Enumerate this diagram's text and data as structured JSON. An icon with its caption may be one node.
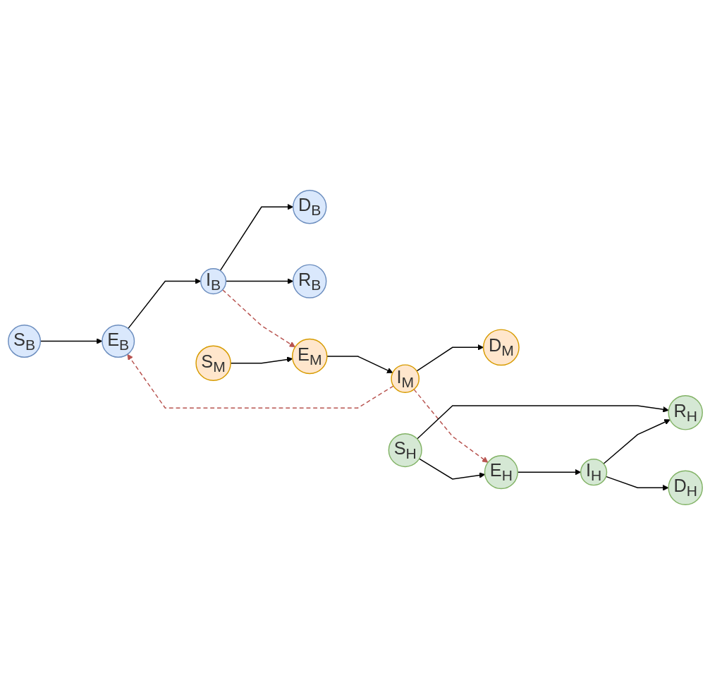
{
  "diagram": {
    "nodes": [
      {
        "text": [
          "S$_{B}$"
        ]
      },
      {
        "text": [
          "E$_{B}$"
        ]
      },
      {
        "text": [
          "I$_{B}$"
        ]
      },
      {
        "text": [
          "D$_{B}$"
        ]
      },
      {
        "text": [
          "R$_{B}$"
        ]
      },
      {
        "text": [
          "S$_{M}$"
        ]
      },
      {
        "text": [
          "E$_{M}$"
        ]
      },
      {
        "text": [
          "I$_{M}$"
        ]
      },
      {
        "text": [
          "D$_{M}$"
        ]
      },
      {
        "text": [
          "S$_{H}$"
        ]
      },
      {
        "text": [
          "R$_{H}$"
        ]
      },
      {
        "text": [
          "E$_{H}$"
        ]
      },
      {
        "text": [
          "I$_{H}$"
        ]
      },
      {
        "text": [
          "D$_{H}$"
        ]
      }
    ],
    "edges": [
      {
        "from": 0,
        "to": 1,
        "arrow": "to"
      },
      {
        "from": 1,
        "to": 2,
        "arrow": "to"
      },
      {
        "from": 2,
        "to": 3,
        "arrow": "to"
      },
      {
        "from": 2,
        "to": 4,
        "arrow": "to"
      },
      {
        "from": 2,
        "to": 6,
        "arrow": "to",
        "style": "dashed",
        "color": "#b85450"
      },
      {
        "from": 7,
        "to": 1,
        "arrow": "to",
        "style": "dashed",
        "color": "#b85450"
      },
      {
        "from": 5,
        "to": 6,
        "arrow": "to"
      },
      {
        "from": 6,
        "to": 7,
        "arrow": "to"
      },
      {
        "from": 7,
        "to": 8,
        "arrow": "to"
      },
      {
        "from": 7,
        "to": 11,
        "arrow": "to",
        "style": "dashed",
        "color": "#b85450"
      },
      {
        "from": 9,
        "to": 10,
        "arrow": "to"
      },
      {
        "from": 9,
        "to": 11,
        "arrow": "to"
      },
      {
        "from": 11,
        "to": 12,
        "arrow": "to"
      },
      {
        "from": 12,
        "to": 10,
        "arrow": "to"
      },
      {
        "from": 12,
        "to": 13,
        "arrow": "to"
      }
    ]
  }
}
